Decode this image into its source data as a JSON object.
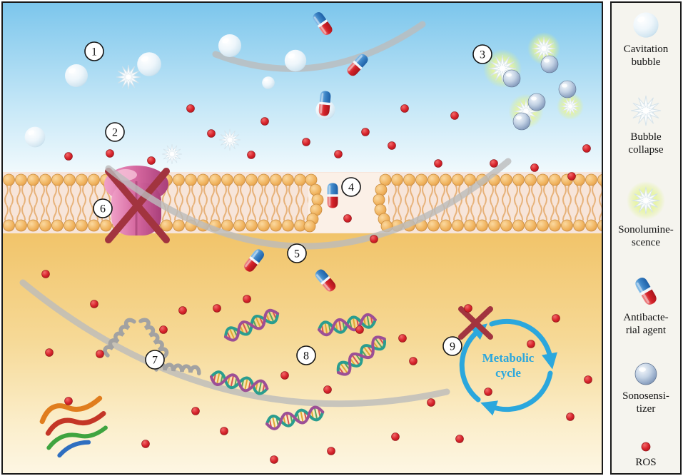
{
  "figure": {
    "markers": [
      "1",
      "2",
      "3",
      "4",
      "5",
      "6",
      "7",
      "8",
      "9"
    ],
    "cycle": {
      "line1": "Metabolic",
      "line2": "cycle"
    }
  },
  "legend": {
    "items": [
      {
        "label": "Cavitation\nbubble",
        "icon": "cavitation-bubble-icon"
      },
      {
        "label": "Bubble\ncollapse",
        "icon": "bubble-collapse-icon"
      },
      {
        "label": "Sonolumine-\nscence",
        "icon": "sonoluminescence-icon"
      },
      {
        "label": "Antibacte-\nrial agent",
        "icon": "antibacterial-agent-icon"
      },
      {
        "label": "Sonosensi-\ntizer",
        "icon": "sonosensitizer-icon"
      },
      {
        "label": "ROS",
        "icon": "ros-icon"
      }
    ]
  },
  "colors": {
    "sky_top": "#7cc6ec",
    "cytoplasm": "#f1c368",
    "membrane_head": "#f0b35e",
    "ros_red": "#d7232b",
    "capsule_blue": "#3c84c6",
    "capsule_red": "#d42128",
    "cycle_blue": "#2ba7dd",
    "cross_red": "#a2343f",
    "protein_pink": "#d5679f"
  }
}
